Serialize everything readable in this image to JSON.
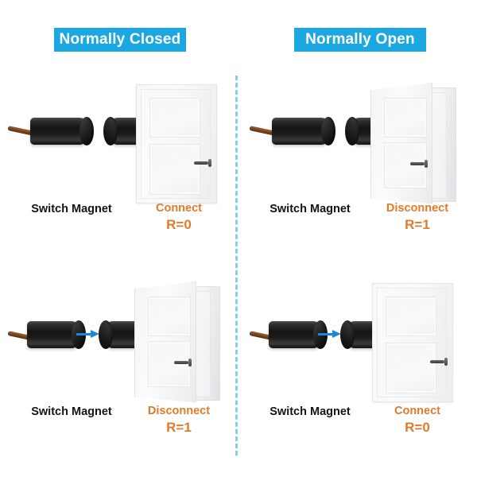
{
  "headers": {
    "left": "Normally Closed",
    "right": "Normally Open",
    "badge_color": "#1ba7e1",
    "badge_text_color": "#ffffff"
  },
  "colors": {
    "accent_blue": "#1ba7e1",
    "arrow_blue": "#1c86d8",
    "divider_blue": "#7fd2e8",
    "state_orange": "#df7b2a",
    "label_black": "#141414",
    "sensor_black": "#141414",
    "wire_brown": "#77431f",
    "door_white": "#f6f7f8"
  },
  "divider": {
    "style": "dashed-vertical"
  },
  "panels": [
    {
      "id": "normally-closed-rest",
      "column": "left",
      "row": "top",
      "sensor_label": "Switch Magnet",
      "sensors_separated": true,
      "has_motion_arrow": false,
      "door_state": "closed",
      "state_text": "Connect",
      "resistance_text": "R=0"
    },
    {
      "id": "normally-open-rest",
      "column": "right",
      "row": "top",
      "sensor_label": "Switch Magnet",
      "sensors_separated": true,
      "has_motion_arrow": false,
      "door_state": "open",
      "state_text": "Disconnect",
      "resistance_text": "R=1"
    },
    {
      "id": "normally-closed-actuated",
      "column": "left",
      "row": "bottom",
      "sensor_label": "Switch Magnet",
      "sensors_separated": true,
      "has_motion_arrow": true,
      "door_state": "open",
      "state_text": "Disconnect",
      "resistance_text": "R=1"
    },
    {
      "id": "normally-open-actuated",
      "column": "right",
      "row": "bottom",
      "sensor_label": "Switch Magnet",
      "sensors_separated": true,
      "has_motion_arrow": true,
      "door_state": "closed",
      "state_text": "Connect",
      "resistance_text": "R=0"
    }
  ]
}
